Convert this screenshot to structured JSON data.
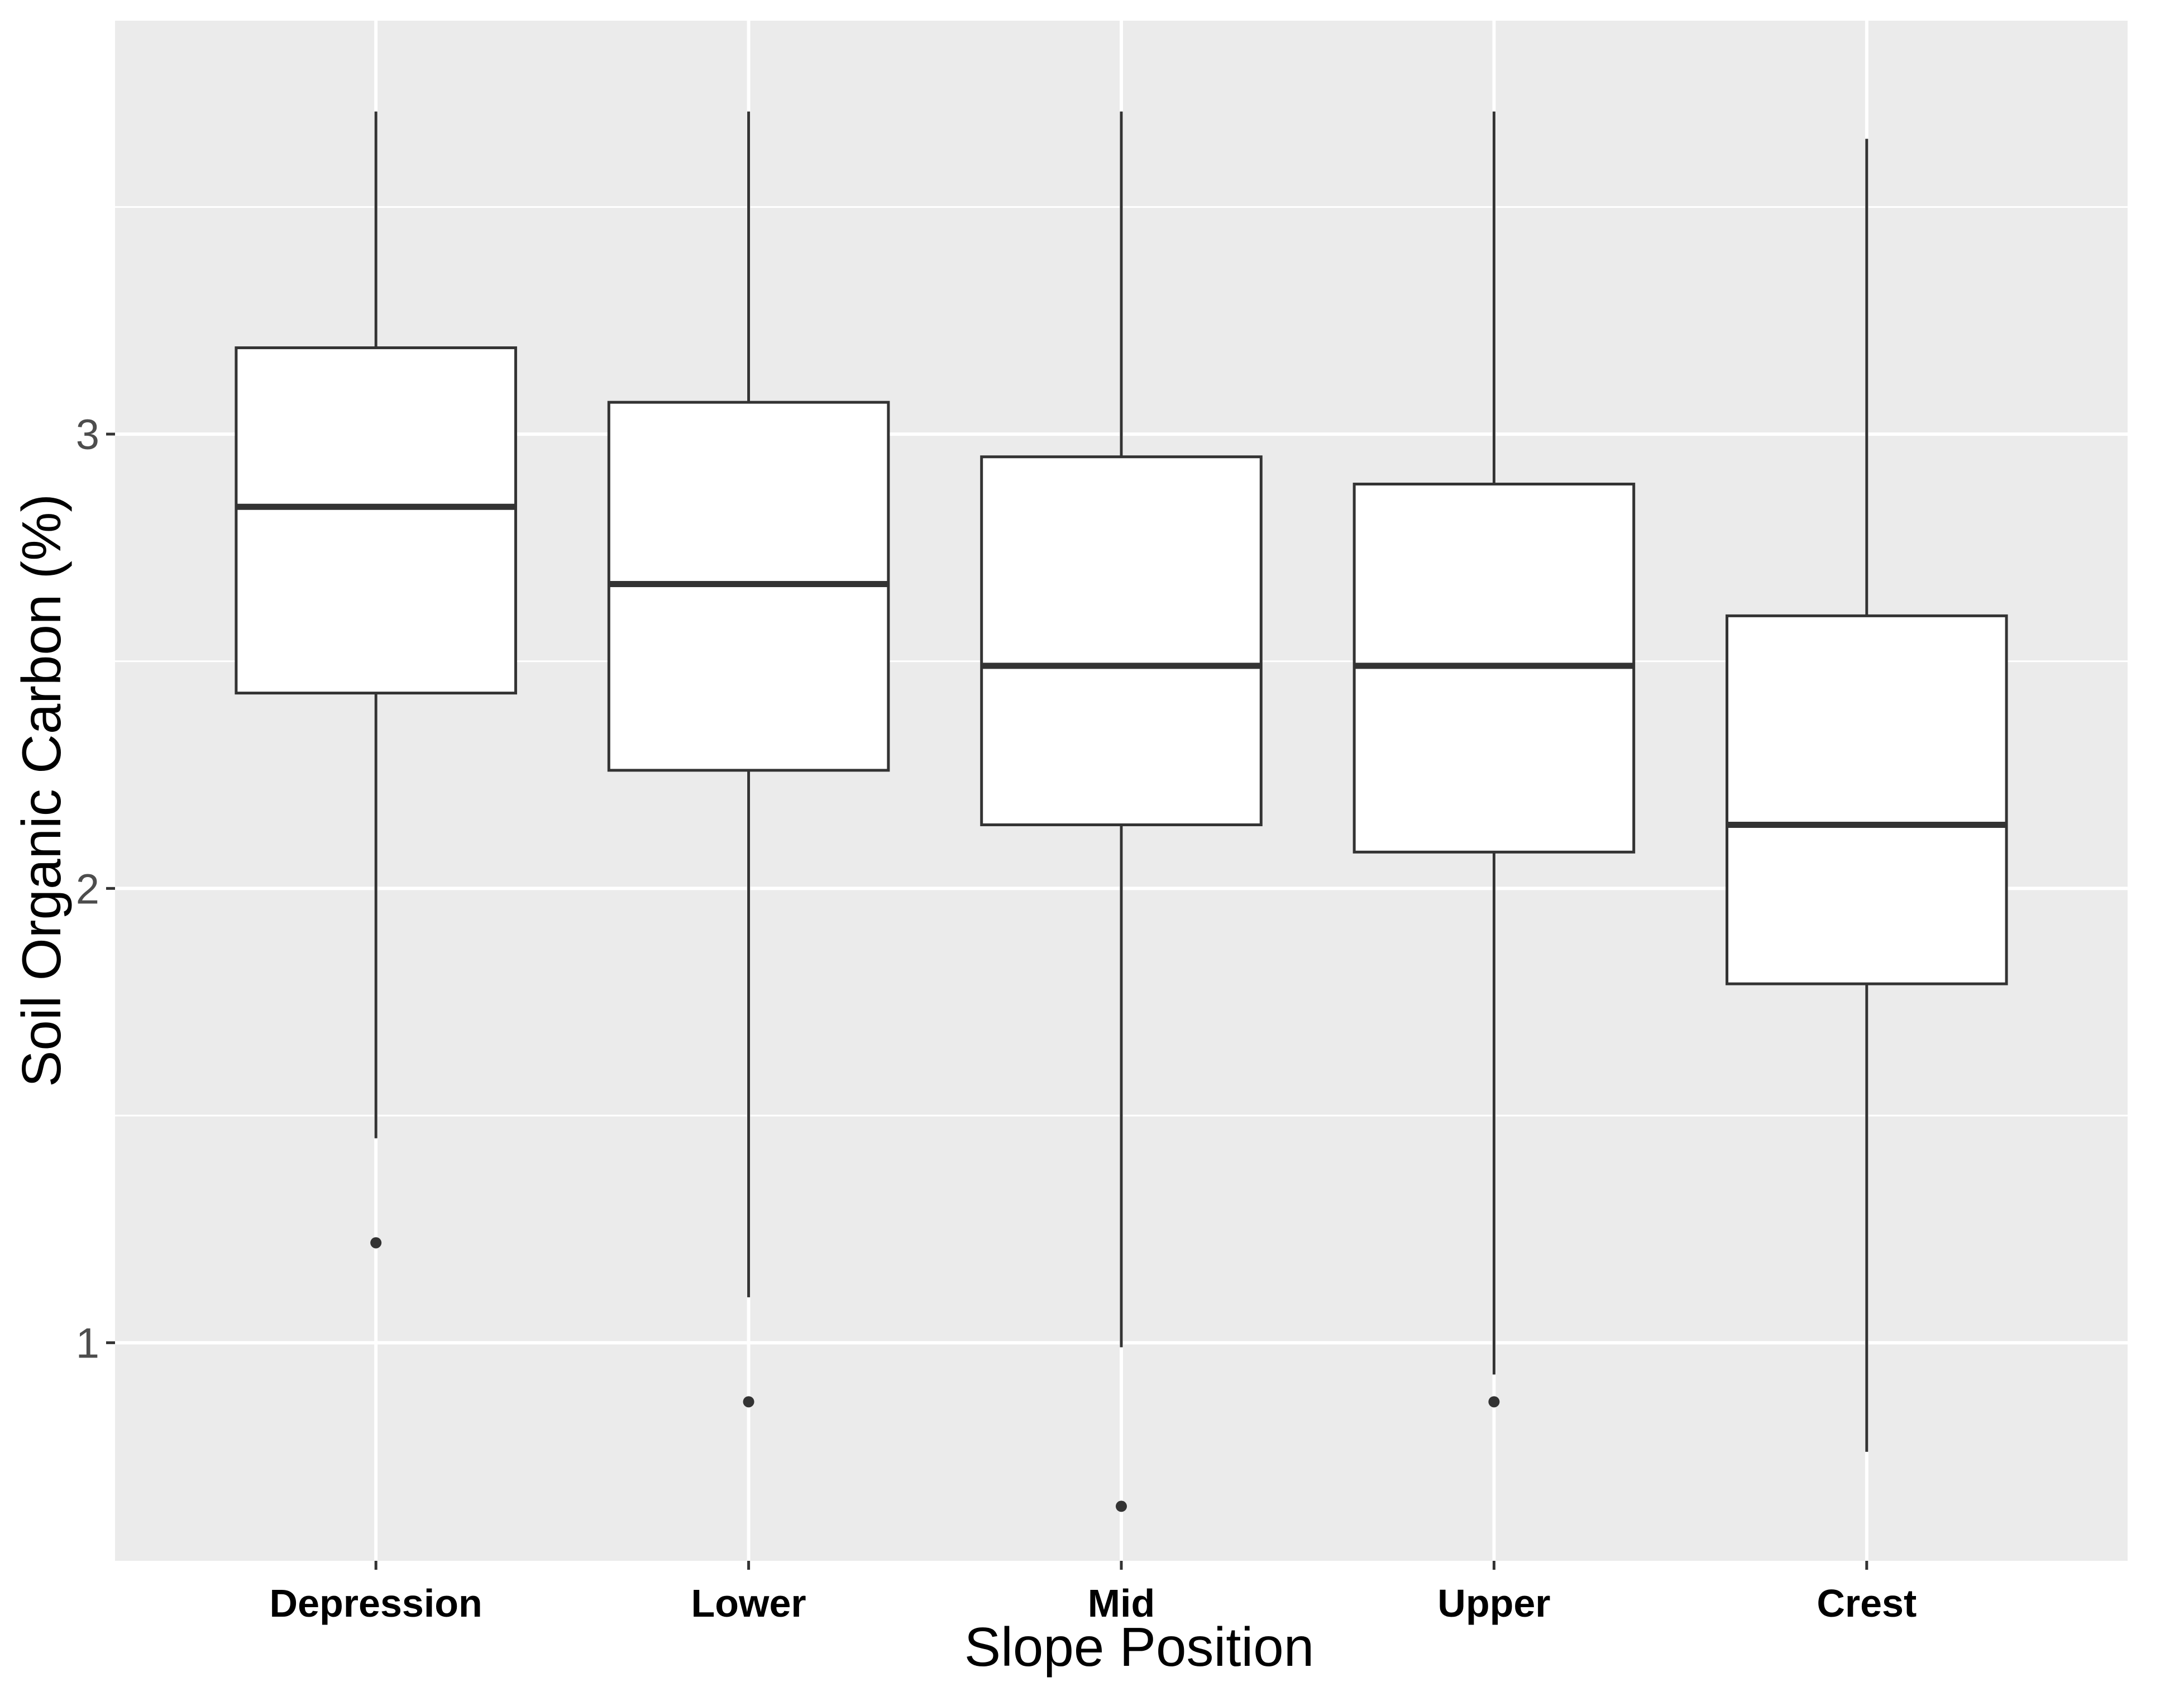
{
  "chart_data": {
    "type": "boxplot",
    "title": "",
    "xlabel": "Slope Position",
    "ylabel": "Soil Organic Carbon (%)",
    "categories": [
      "Depression",
      "Lower",
      "Mid",
      "Upper",
      "Crest"
    ],
    "ylim": [
      0.52,
      3.91
    ],
    "y_ticks": [
      1,
      2,
      3
    ],
    "y_tick_labels": [
      "1",
      "2",
      "3"
    ],
    "grid": true,
    "legend": "none",
    "boxes": [
      {
        "category": "Depression",
        "whisker_low": 1.45,
        "q1": 2.43,
        "median": 2.84,
        "q3": 3.19,
        "whisker_high": 3.71,
        "outliers": [
          1.22
        ]
      },
      {
        "category": "Lower",
        "whisker_low": 1.1,
        "q1": 2.26,
        "median": 2.67,
        "q3": 3.07,
        "whisker_high": 3.71,
        "outliers": [
          0.87
        ]
      },
      {
        "category": "Mid",
        "whisker_low": 0.99,
        "q1": 2.14,
        "median": 2.49,
        "q3": 2.95,
        "whisker_high": 3.71,
        "outliers": [
          0.64
        ]
      },
      {
        "category": "Upper",
        "whisker_low": 0.93,
        "q1": 2.08,
        "median": 2.49,
        "q3": 2.89,
        "whisker_high": 3.71,
        "outliers": [
          0.87
        ]
      },
      {
        "category": "Crest",
        "whisker_low": 0.76,
        "q1": 1.79,
        "median": 2.14,
        "q3": 2.6,
        "whisker_high": 3.65,
        "outliers": []
      }
    ],
    "colors": {
      "panel_background": "#ebebeb",
      "grid": "#ffffff",
      "box_fill": "#ffffff",
      "box_line": "#333333",
      "outlier": "#333333"
    }
  }
}
